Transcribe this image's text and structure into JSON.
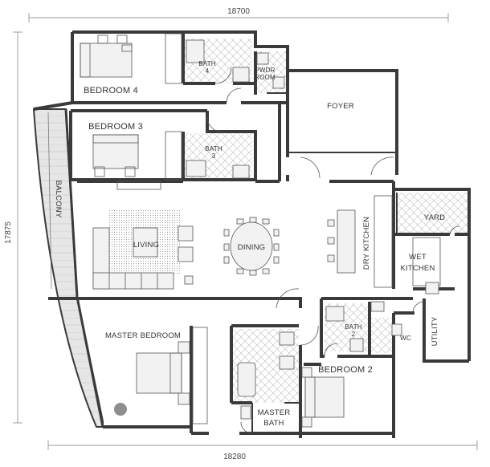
{
  "dimensions": {
    "top": "18700",
    "bottom": "18280",
    "left": "17875"
  },
  "rooms": {
    "bedroom_4": "BEDROOM 4",
    "bath_4_line1": "BATH",
    "bath_4_line2": "4",
    "pwdr_line1": "PWDR",
    "pwdr_line2": "ROOM",
    "foyer": "FOYER",
    "bedroom_3": "BEDROOM 3",
    "bath_3_line1": "BATH",
    "bath_3_line2": "3",
    "balcony": "BALCONY",
    "yard": "YARD",
    "living": "LIVING",
    "dining": "DINING",
    "dry_kitchen": "DRY KITCHEN",
    "wet_kitchen_line1": "WET",
    "wet_kitchen_line2": "KITCHEN",
    "master_bedroom": "MASTER BEDROOM",
    "bath_2_line1": "BATH",
    "bath_2_line2": "2",
    "wc": "WC",
    "utility": "UTILITY",
    "bedroom_2": "BEDROOM 2",
    "master_bath_line1": "MASTER",
    "master_bath_line2": "BATH"
  }
}
